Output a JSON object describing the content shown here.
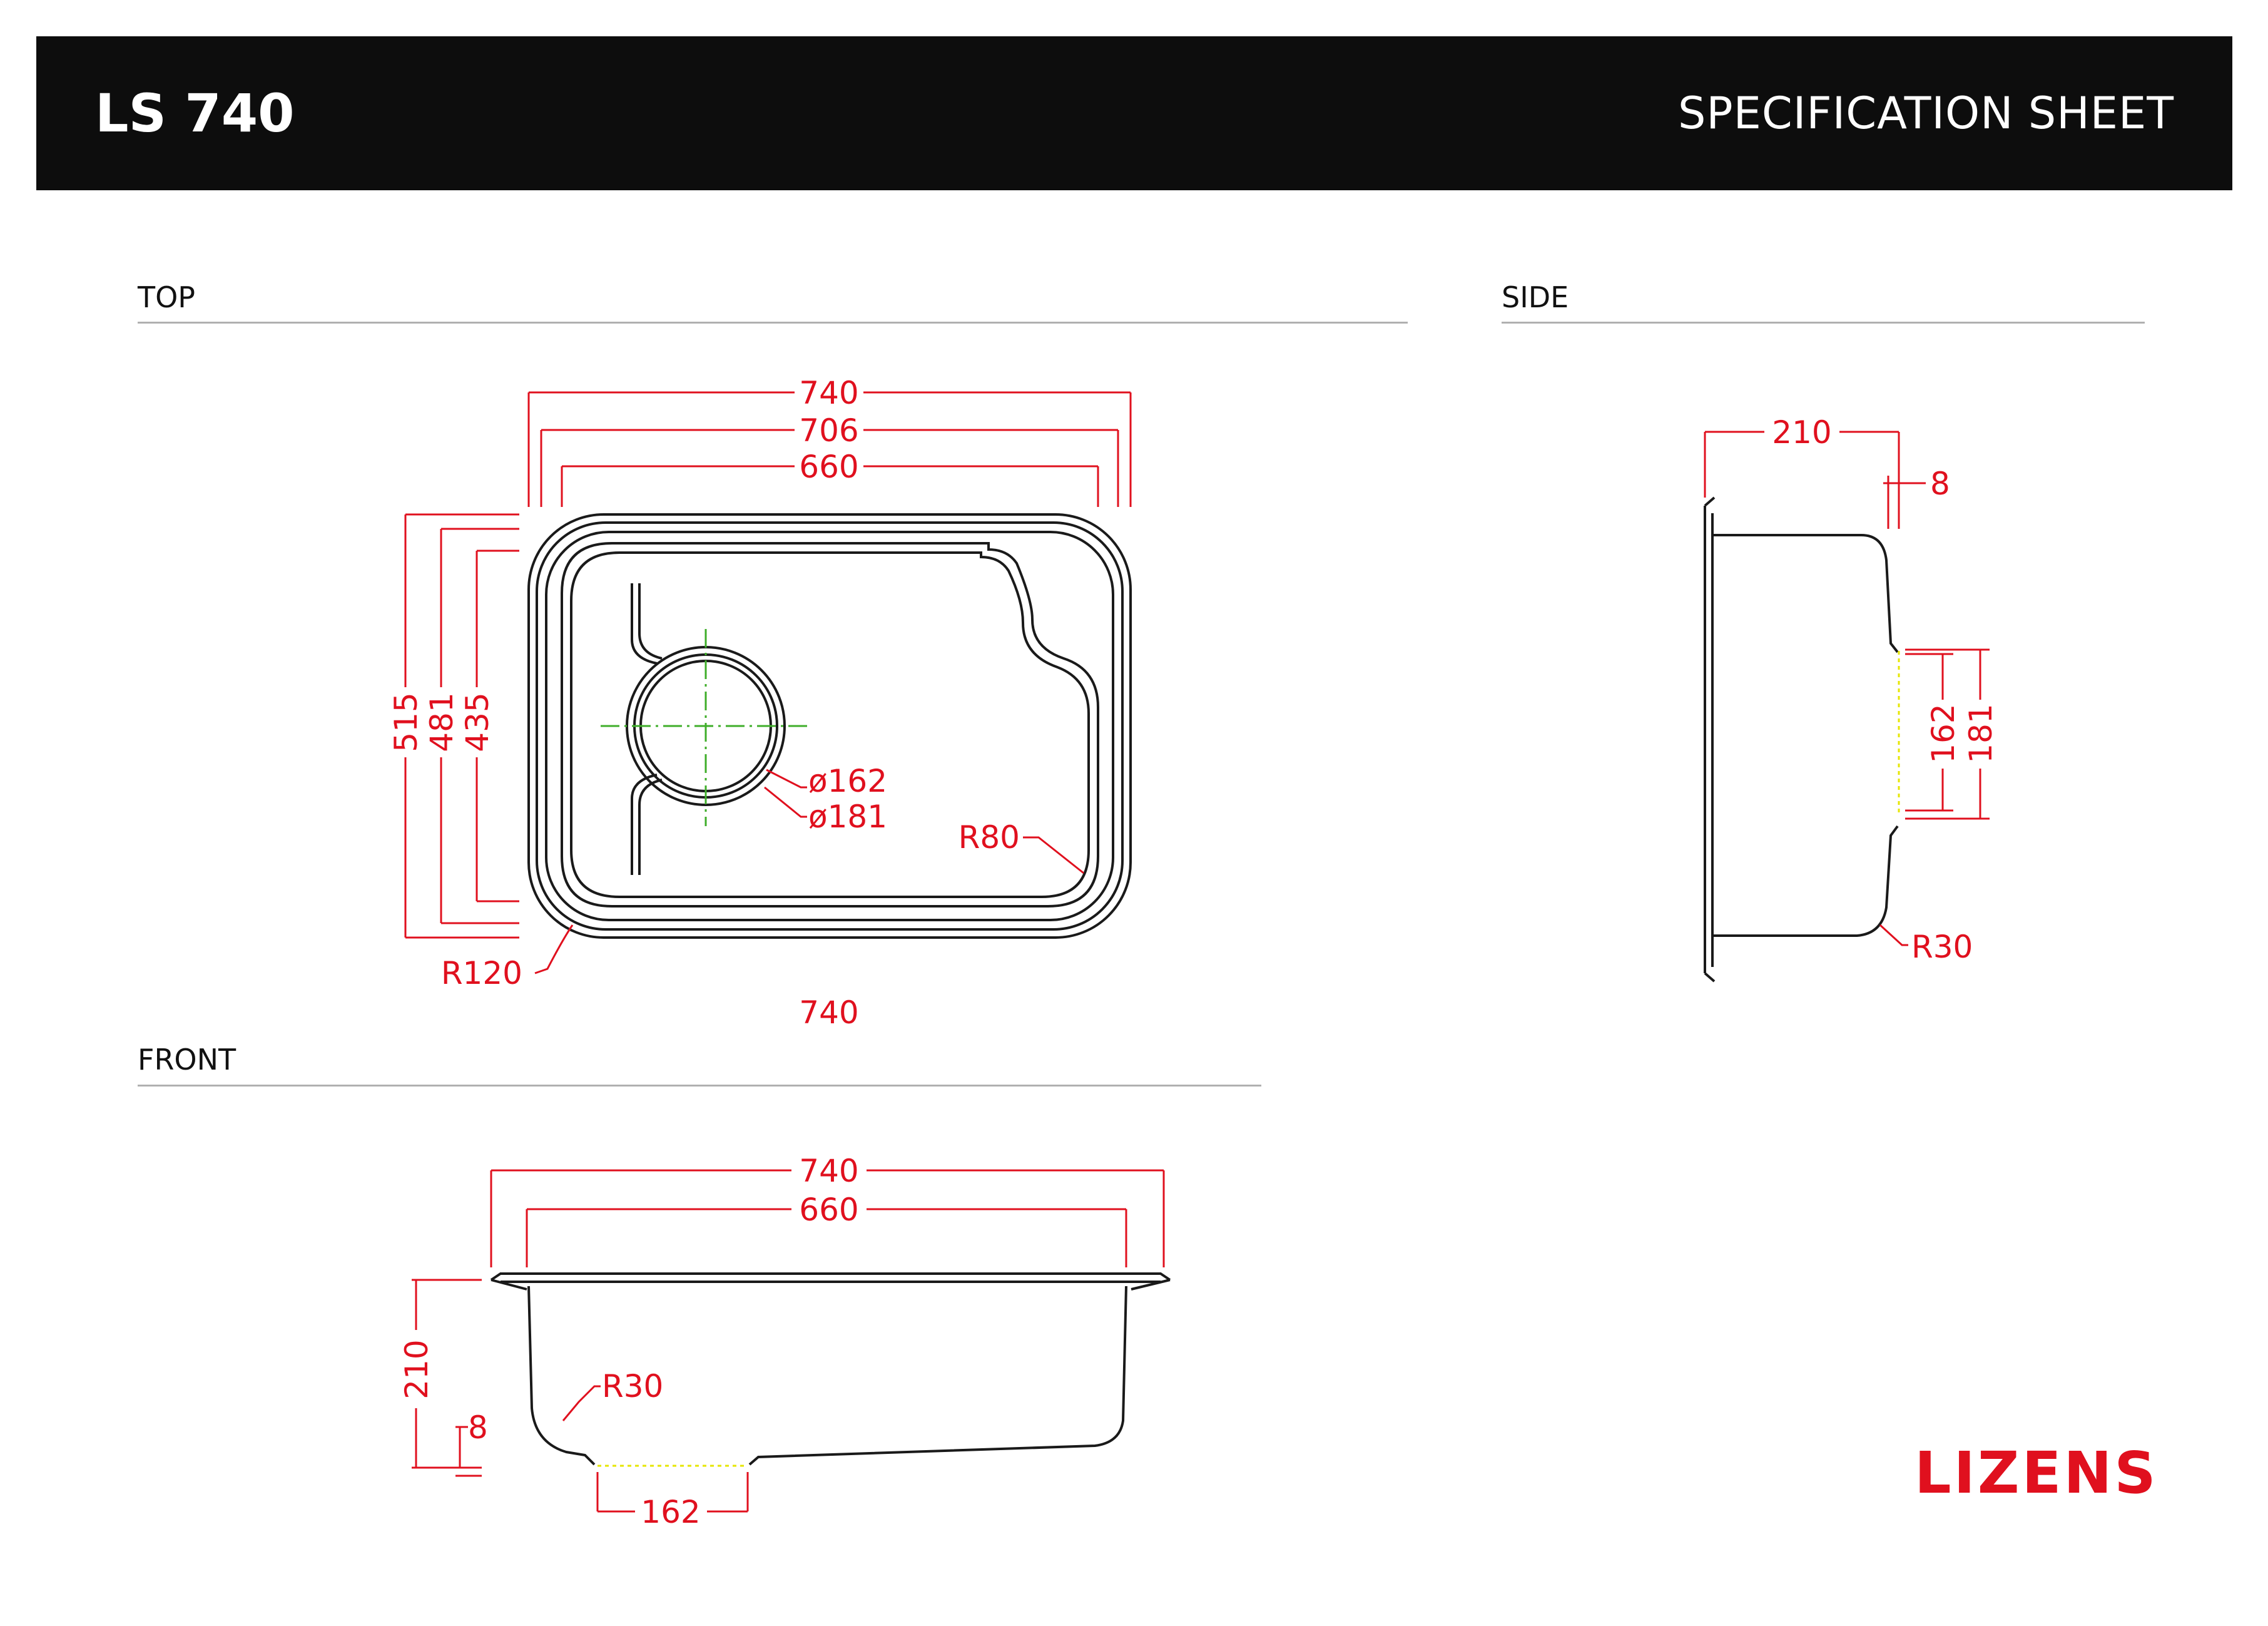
{
  "header": {
    "model": "LS 740",
    "sheet_title": "SPECIFICATION SHEET"
  },
  "sections": {
    "top": "TOP",
    "side": "SIDE",
    "front": "FRONT"
  },
  "top_view": {
    "overall_width": "740",
    "rim_width": "706",
    "bowl_width": "660",
    "overall_depth": "515",
    "rim_depth": "481",
    "bowl_depth": "435",
    "drain_inner": "ø162",
    "drain_outer": "ø181",
    "corner_radius_inner": "R80",
    "corner_radius_outer": "R120",
    "bottom_label": "740"
  },
  "side_view": {
    "depth": "210",
    "flange": "8",
    "drain_inner": "162",
    "drain_outer": "181",
    "radius": "R30"
  },
  "front_view": {
    "overall_width": "740",
    "bowl_width": "660",
    "depth": "210",
    "flange": "8",
    "radius": "R30",
    "drain": "162"
  },
  "brand": {
    "logo": "LIZENS"
  },
  "colors": {
    "dimension": "#e0101e",
    "outline": "#1a1a1a",
    "centerline": "#3fae2a",
    "drain_marker": "#e6e600",
    "header_bg": "#0d0d0d"
  }
}
